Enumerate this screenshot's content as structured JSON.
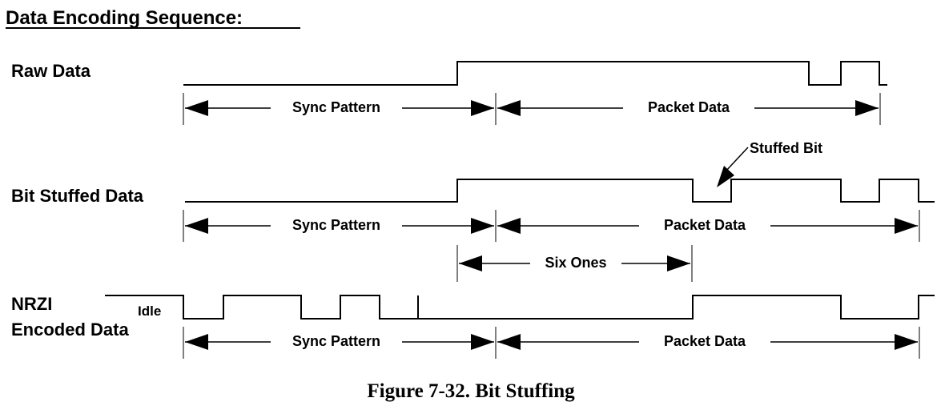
{
  "header": {
    "title": "Data Encoding Sequence:"
  },
  "rows": {
    "raw": {
      "label": "Raw Data",
      "spans": [
        {
          "label": "Sync Pattern"
        },
        {
          "label": "Packet Data"
        }
      ]
    },
    "stuffed": {
      "label": "Bit Stuffed Data",
      "spans": [
        {
          "label": "Sync Pattern"
        },
        {
          "label": "Packet Data"
        }
      ],
      "annotation": "Stuffed Bit",
      "six_ones": "Six Ones"
    },
    "nrzi": {
      "label_line1": "NRZI",
      "label_line2": "Encoded Data",
      "idle": "Idle",
      "spans": [
        {
          "label": "Sync Pattern"
        },
        {
          "label": "Packet Data"
        }
      ]
    }
  },
  "caption": "Figure 7-32.  Bit Stuffing"
}
